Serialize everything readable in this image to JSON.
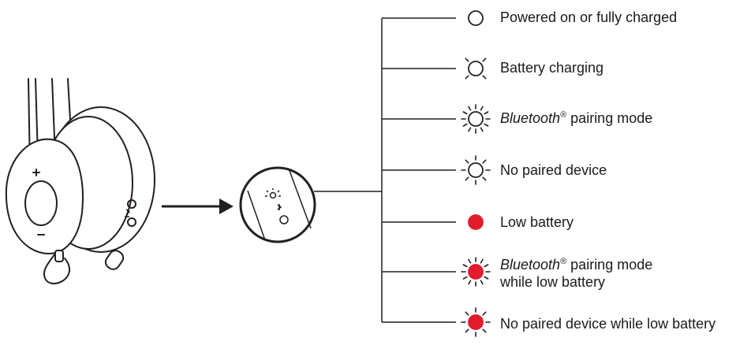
{
  "colors": {
    "line": "#231f20",
    "led_red": "#e21b2d",
    "led_off": "#ffffff"
  },
  "icons": {
    "headset": "headset-illustration",
    "zoom": "zoom-circle",
    "arrow": "arrow-right-icon"
  },
  "legend": [
    {
      "id": "powered",
      "brand": "",
      "reg": "",
      "text": "Powered on or fully charged",
      "text2": "",
      "led": "off",
      "rays": "none"
    },
    {
      "id": "charging",
      "brand": "",
      "reg": "",
      "text": "Battery charging",
      "text2": "",
      "led": "off",
      "rays": "partial"
    },
    {
      "id": "bt-pairing",
      "brand": "Bluetooth",
      "reg": "®",
      "text": " pairing mode",
      "text2": "",
      "led": "off",
      "rays": "full"
    },
    {
      "id": "no-paired",
      "brand": "",
      "reg": "",
      "text": "No paired device",
      "text2": "",
      "led": "off",
      "rays": "dashed"
    },
    {
      "id": "low-battery",
      "brand": "",
      "reg": "",
      "text": "Low battery",
      "text2": "",
      "led": "red",
      "rays": "none"
    },
    {
      "id": "bt-pairing-low",
      "brand": "Bluetooth",
      "reg": "®",
      "text": " pairing mode",
      "text2": "while low battery",
      "led": "red",
      "rays": "full"
    },
    {
      "id": "no-paired-low",
      "brand": "",
      "reg": "",
      "text": "No paired device while low battery",
      "text2": "",
      "led": "red",
      "rays": "dashed"
    }
  ],
  "headset": {
    "plus_label": "+",
    "minus_label": "–"
  }
}
